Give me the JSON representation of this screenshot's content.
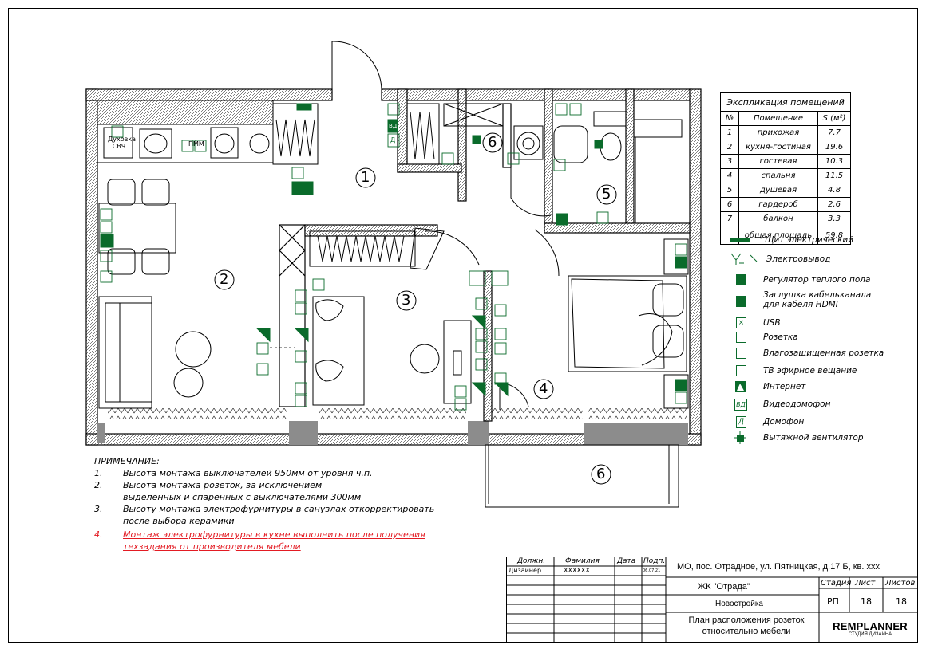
{
  "rooms_labels": [
    "1",
    "2",
    "3",
    "4",
    "5",
    "6",
    "6"
  ],
  "plan_texts": {
    "oven_label": "Духовка СВЧ",
    "pmm_label": "ПММ",
    "door_vd": "ВД",
    "door_d": "Д"
  },
  "explication": {
    "title": "Экспликация помещений",
    "headers": [
      "№",
      "Помещение",
      "S (м²)"
    ],
    "rows": [
      [
        "1",
        "прихожая",
        "7.7"
      ],
      [
        "2",
        "кухня-гостиная",
        "19.6"
      ],
      [
        "3",
        "гостевая",
        "10.3"
      ],
      [
        "4",
        "спальня",
        "11.5"
      ],
      [
        "5",
        "душевая",
        "4.8"
      ],
      [
        "6",
        "гардероб",
        "2.6"
      ],
      [
        "7",
        "балкон",
        "3.3"
      ]
    ],
    "total_label": "общая площадь",
    "total_value": "59,8"
  },
  "legend": [
    {
      "icon": "panel-icon",
      "label": "Щит электрический"
    },
    {
      "icon": "wire-outlet-icon",
      "label": "Электровывод"
    },
    {
      "icon": "floor-heating-regulator-icon",
      "label": "Регулятор теплого пола"
    },
    {
      "icon": "hdmi-plug-icon",
      "label": "Заглушка кабельканала\nдля кабеля HDMI"
    },
    {
      "icon": "usb-icon",
      "label": "USB"
    },
    {
      "icon": "socket-icon",
      "label": "Розетка"
    },
    {
      "icon": "waterproof-socket-icon",
      "label": "Влагозащищенная розетка"
    },
    {
      "icon": "tv-antenna-icon",
      "label": "ТВ эфирное вещание"
    },
    {
      "icon": "internet-icon",
      "label": "Интернет"
    },
    {
      "icon": "videophone-icon",
      "label": "Видеодомофон"
    },
    {
      "icon": "intercom-icon",
      "label": "Домофон"
    },
    {
      "icon": "exhaust-fan-icon",
      "label": "Вытяжной вентилятор"
    }
  ],
  "notes": {
    "title": "ПРИМЕЧАНИЕ:",
    "items": [
      {
        "num": "1.",
        "lines": [
          "Высота монтажа выключателей 950мм от уровня ч.п."
        ]
      },
      {
        "num": "2.",
        "lines": [
          "Высота монтажа розеток, за исключением",
          "выделенных и спаренных с выключателями 300мм"
        ]
      },
      {
        "num": "3.",
        "lines": [
          "Высоту монтажа электрофурнитуры в санузлах откорректировать",
          "после выбора керамики"
        ]
      },
      {
        "num": "4.",
        "lines": [
          "Монтаж электрофурнитуры в кухне выполнить после получения",
          "техзадания от производителя мебели"
        ]
      }
    ]
  },
  "stamp": {
    "col_headers": [
      "Должн.",
      "Фамилия",
      "Дата",
      "Подп."
    ],
    "row1": [
      "Дизайнер",
      "XXXXXX",
      "",
      "06.07.21"
    ],
    "address": "МО, пос. Отрадное, ул. Пятницкая, д.17 Б, кв. xxx",
    "complex": "ЖК \"Отрада\"",
    "type": "Новостройка",
    "stage_label": "Стадия",
    "sheet_label": "Лист",
    "sheets_label": "Листов",
    "stage": "РП",
    "sheet": "18",
    "sheets": "18",
    "title_line1": "План расположения розеток",
    "title_line2": "относительно мебели",
    "logo_main": "REMPLANNER",
    "logo_sub": "СТУДИЯ ДИЗАЙНА"
  },
  "colors": {
    "green": "#0a6b2b",
    "red": "#e31b23",
    "wall_gray": "#8c8c8c"
  }
}
